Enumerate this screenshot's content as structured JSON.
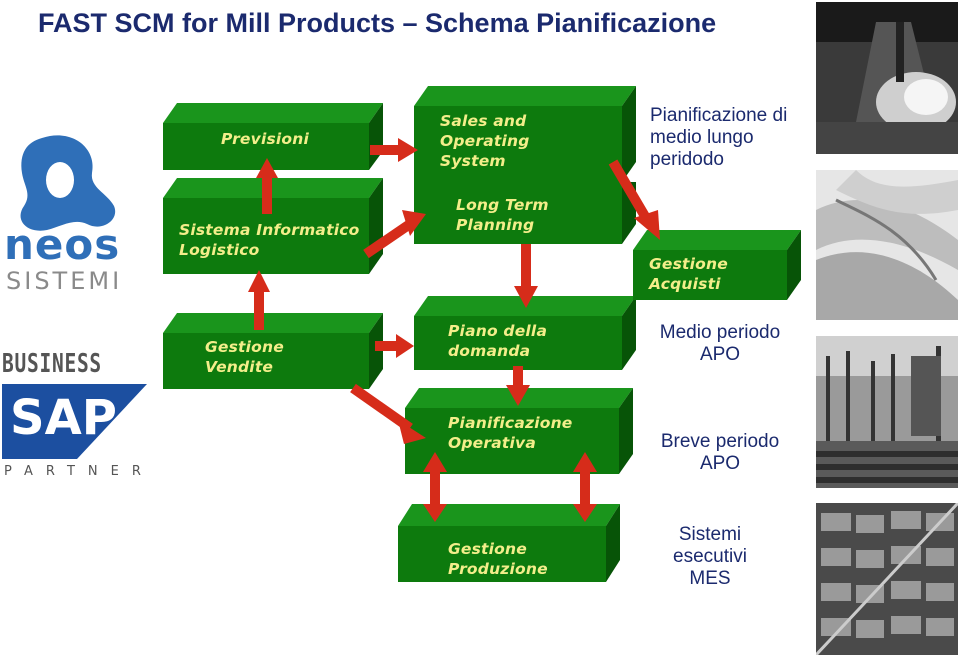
{
  "title": "FAST SCM for Mill Products – Schema Pianificazione",
  "boxes": {
    "previsioni": "Previsioni",
    "sistema_informatico_l1": "Sistema Informatico",
    "sistema_informatico_l2": "Logistico",
    "gestione_vendite_l1": "Gestione",
    "gestione_vendite_l2": "Vendite",
    "sop_l1": "Sales and",
    "sop_l2": "Operating",
    "sop_l3": "System",
    "ltp_l1": "Long Term",
    "ltp_l2": "Planning",
    "piano_l1": "Piano della",
    "piano_l2": "domanda",
    "pian_op_l1": "Pianificazione",
    "pian_op_l2": "Operativa",
    "gest_prod_l1": "Gestione",
    "gest_prod_l2": "Produzione",
    "gest_acq_l1": "Gestione",
    "gest_acq_l2": "Acquisti"
  },
  "labels": {
    "medio_lungo_l1": "Pianificazione di",
    "medio_lungo_l2": "medio lungo",
    "medio_lungo_l3": "peridodo",
    "medio_periodo_l1": "Medio periodo",
    "medio_periodo_l2": "APO",
    "breve_periodo_l1": "Breve periodo",
    "breve_periodo_l2": "APO",
    "mes_l1": "Sistemi",
    "mes_l2": "esecutivi",
    "mes_l3": "MES"
  },
  "logos": {
    "neos": "neos",
    "sistemi": "SISTEMI",
    "business": "BUSINESS",
    "sap": "SAP",
    "partner": "PARTNER"
  },
  "colors": {
    "box_green": "#0d7a0d",
    "box_text": "#f3ee8a",
    "arrow_red": "#d62c1a",
    "title_blue": "#1b2a6e",
    "neos_blue": "#2f6fb8",
    "sap_blue": "#1c4fa0"
  }
}
